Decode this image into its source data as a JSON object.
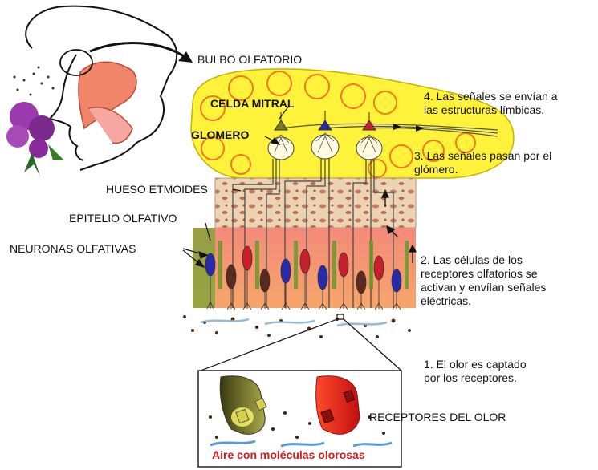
{
  "labels": {
    "bulbo": "BULBO OLFATORIO",
    "celda_mitral": "CELDA MITRAL",
    "glomero": "GLOMERO",
    "hueso": "HUESO ETMOIDES",
    "epitelio": "EPITELIO OLFATIVO",
    "neuronas": "NEURONAS OLFATIVAS",
    "receptores": "RECEPTORES DEL OLOR",
    "aire": "Aire con moléculas olorosas"
  },
  "steps": {
    "step4_line1": "4. Las señales se envían a",
    "step4_line2": "las estructuras límbicas.",
    "step3_line1": "3. Las señales pasan por el",
    "step3_line2": "glómero.",
    "step2_line1": "2.  Las  células  de  los",
    "step2_line2": "receptores  olfatorios  se",
    "step2_line3": "activan  y  envílan  señales",
    "step2_line4": "eléctricas.",
    "step1_line1": "1. El olor es captado",
    "step1_line2": "por los receptores."
  },
  "colors": {
    "bulb": "#fff23a",
    "bulb_circles": "#f07a1f",
    "bone": "#e8c9a6",
    "epithelium": "#f27a72",
    "neuron_red": "#c8202a",
    "neuron_blue": "#2a2aa8",
    "neuron_dark": "#5a2a20",
    "head_inside": "#f0856a",
    "flower": "#8a2a9a"
  }
}
